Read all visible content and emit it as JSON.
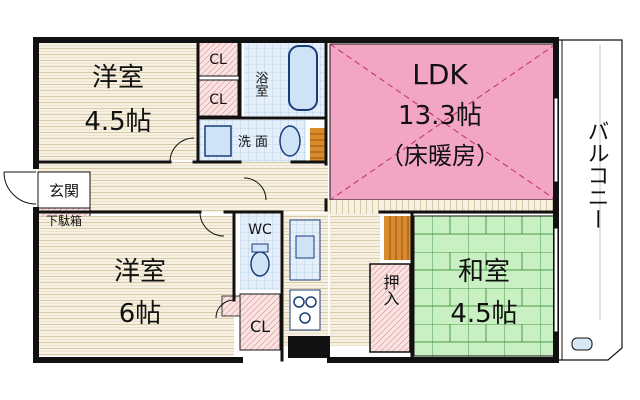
{
  "rooms": {
    "western_1": {
      "name": "洋室",
      "size": "4.5帖"
    },
    "western_2": {
      "name": "洋室",
      "size": "6帖"
    },
    "ldk": {
      "name": "LDK",
      "size": "13.3帖",
      "note": "（床暖房）"
    },
    "japanese": {
      "name": "和室",
      "size": "4.5帖"
    },
    "bath": {
      "name": "浴室"
    },
    "washroom": {
      "name": "洗 面"
    },
    "wc": {
      "name": "WC"
    },
    "entrance": {
      "name": "玄関"
    },
    "shoe_box": {
      "name": "下駄箱"
    },
    "oshiire": {
      "name": "押入"
    },
    "cl_1": {
      "name": "CL"
    },
    "cl_2": {
      "name": "CL"
    },
    "cl_3": {
      "name": "CL"
    },
    "balcony": {
      "name": "バルコニー"
    }
  },
  "colors": {
    "wall": "#111111",
    "floor_stripe": "#d9c9a5",
    "floor_base": "#f7f1e3",
    "ldk_fill": "#f2a6c4",
    "tatami": "#c9f0c2",
    "tatami_line": "#4a9a4a",
    "wet_area": "#d7e8f7",
    "closet": "#f6d8d8",
    "stair": "#d98a2b",
    "balcony": "#ffffff"
  }
}
